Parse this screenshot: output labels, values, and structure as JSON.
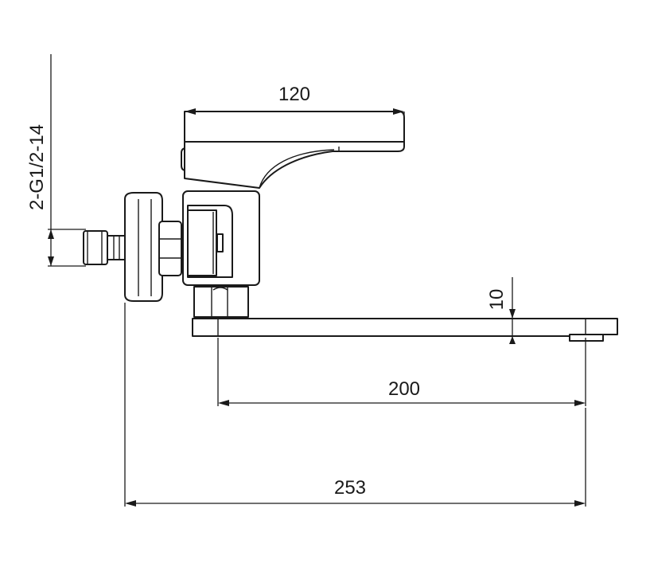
{
  "dimensions": {
    "lever_length": "120",
    "spout_thickness": "10",
    "spout_reach": "200",
    "overall_length": "253",
    "connection_spec": "2-G1/2-14"
  },
  "colors": {
    "line": "#1a1a1a",
    "background": "#ffffff"
  }
}
